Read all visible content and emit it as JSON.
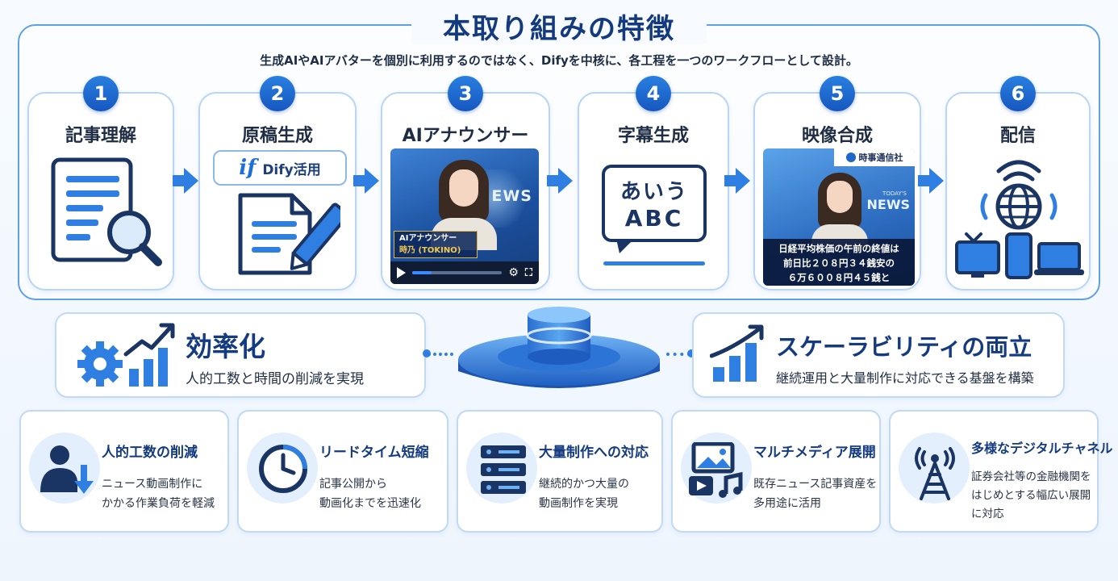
{
  "header": {
    "title": "本取り組みの特徴",
    "subtitle": "生成AIやAIアバターを個別に利用するのではなく、Difyを中核に、各工程を一つのワークフローとして設計。"
  },
  "steps": [
    {
      "number": "1",
      "label": "記事理解",
      "icon": "document-magnifier-icon"
    },
    {
      "number": "2",
      "label": "原稿生成",
      "icon": "document-pencil-icon",
      "badge_text": "Dify活用"
    },
    {
      "number": "3",
      "label": "AIアナウンサー",
      "caption_line1": "AIアナウンサー",
      "caption_line2": "時乃 (TOKINO)",
      "screen_word": "EWS"
    },
    {
      "number": "4",
      "label": "字幕生成",
      "bubble_line1": "あいう",
      "bubble_line2": "ABC"
    },
    {
      "number": "5",
      "label": "映像合成",
      "logo_text": "時事通信社",
      "screen_tag": "TODAY'S",
      "screen_word": "NEWS",
      "caption_lines": [
        "日経平均株価の午前の終値は",
        "前日比２０８円３４銭安の",
        "６万６００８円４５銭と"
      ]
    },
    {
      "number": "6",
      "label": "配信",
      "icon": "globe-devices-icon"
    }
  ],
  "video_progress": 0.22,
  "middle": {
    "left": {
      "title": "効率化",
      "desc": "人的工数と時間の削減を実現",
      "icon": "gear-chart-icon"
    },
    "right": {
      "title": "スケーラビリティの両立",
      "desc": "継続運用と大量制作に対応できる基盤を構築",
      "icon": "growth-chart-icon"
    },
    "center_icon": "database-platform-icon"
  },
  "benefits": [
    {
      "title": "人的工数の削減",
      "desc": [
        "ニュース動画制作に",
        "かかる作業負荷を軽減"
      ],
      "icon": "person-down-icon"
    },
    {
      "title": "リードタイム短縮",
      "desc": [
        "記事公開から",
        "動画化までを迅速化"
      ],
      "icon": "clock-icon"
    },
    {
      "title": "大量制作への対応",
      "desc": [
        "継続的かつ大量の",
        "動画制作を実現"
      ],
      "icon": "server-stack-icon"
    },
    {
      "title": "マルチメディア展開",
      "desc": [
        "既存ニュース記事資産を",
        "多用途に活用"
      ],
      "icon": "media-icon"
    },
    {
      "title": "多様なデジタルチャネル",
      "desc": [
        "証券会社等の金融機関を",
        "はじめとする幅広い展開",
        "に対応"
      ],
      "icon": "antenna-tower-icon"
    }
  ],
  "colors": {
    "accent": "#2f7fe3",
    "navy": "#143a80",
    "border": "#c2d9f2"
  }
}
